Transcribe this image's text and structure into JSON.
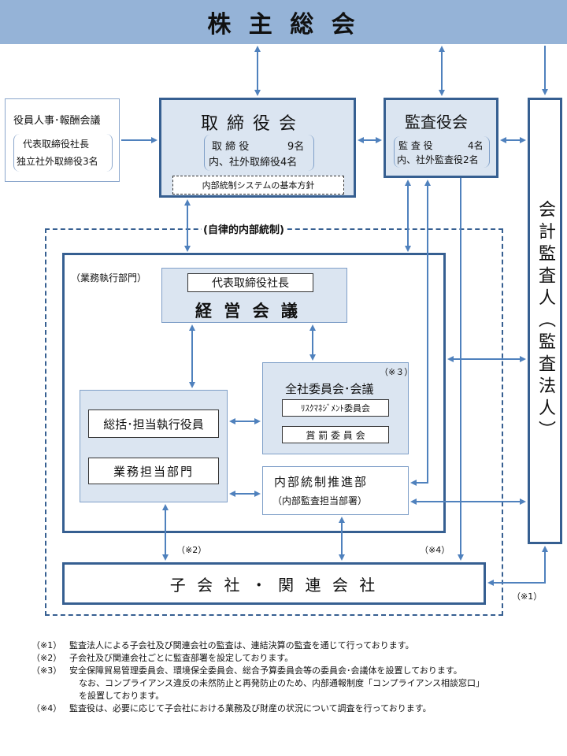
{
  "shareholders": "株 主 総 会",
  "nomination_committee": {
    "title": "役員人事･報酬会議",
    "member1": "代表取締役社長",
    "member2": "独立社外取締役3名"
  },
  "board": {
    "title": "取 締 役 会",
    "line1_label": "取 締 役",
    "line1_count": "9名",
    "line2": "内、社外取締役4名",
    "policy": "内部統制システムの基本方針"
  },
  "audit_board": {
    "title": "監査役会",
    "line1_label": "監 査 役",
    "line1_count": "4名",
    "line2": "内、社外監査役2名"
  },
  "auditor": "会計監査人（監査法人）",
  "autonomous_control": "(自律的内部統制)",
  "execution_dept": {
    "label": "（業務執行部門）",
    "ceo": "代表取締役社長",
    "management_meeting": "経 営 会 議",
    "committees_note": "（※３）",
    "committees_title": "全社委員会･会議",
    "risk_committee": "ﾘｽｸﾏﾈｼﾞﾒﾝﾄ委員会",
    "reward_committee": "賞 罰 委 員 会",
    "officers": "総括･担当執行役員",
    "business_units": "業務担当部門",
    "internal_control_promo": "内部統制推進部",
    "internal_audit": "（内部監査担当部署）"
  },
  "subsidiaries": "子 会 社 ・ 関 連 会 社",
  "note_marks": {
    "n1": "（※1）",
    "n2": "（※2）",
    "n4": "（※4）"
  },
  "notes": [
    {
      "mark": "（※1）",
      "text": "監査法人による子会社及び関連会社の監査は、連結決算の監査を通じて行っております。"
    },
    {
      "mark": "（※2）",
      "text": "子会社及び関連会社ごとに監査部署を設定しております。"
    },
    {
      "mark": "（※3）",
      "text": "安全保障貿易管理委員会、環境保全委員会、総合予算委員会等の委員会･会議体を設置しております。"
    },
    {
      "mark": "",
      "text": "なお、コンプライアンス違反の未然防止と再発防止のため、内部通報制度「コンプライアンス相談窓口」"
    },
    {
      "mark": "",
      "text": "を設置しております。"
    },
    {
      "mark": "（※4）",
      "text": "監査役は、必要に応じて子会社における業務及び財産の状況について調査を行っております。"
    }
  ],
  "colors": {
    "banner": "#95b3d7",
    "box_fill": "#dbe5f1",
    "border_dark": "#365f91",
    "arrow": "#4f81bd"
  }
}
